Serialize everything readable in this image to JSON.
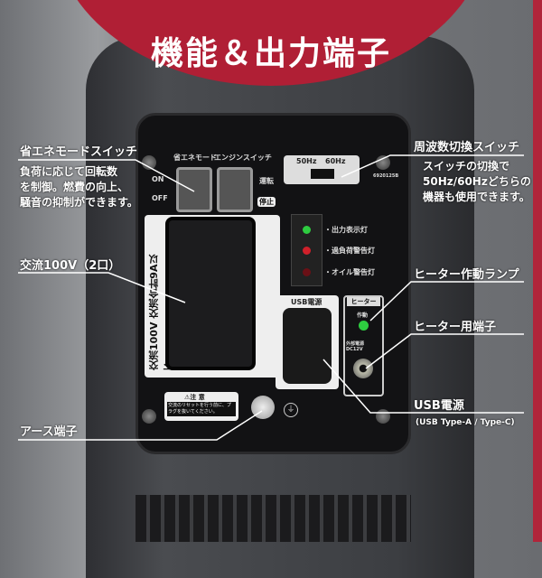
{
  "title": "機能＆出力端子",
  "panel": {
    "eco_switch_label": "省エネモード",
    "engine_switch_label": "エンジンスイッチ",
    "on": "ON",
    "off": "OFF",
    "run": "運転",
    "stop": "停止",
    "hz50": "50Hz",
    "hz60": "60Hz",
    "serial": "6920125B",
    "output_lamp": "・出力表示灯",
    "overload_lamp": "・過負荷警告灯",
    "oil_lamp": "・オイル警告灯",
    "ac_label": "交流100V 交流合計9A以下",
    "usb_label": "USB電源",
    "heater_label": "ヒーター",
    "heater_active": "作動",
    "heater_power": "外部電源 DC12V",
    "caution_title": "⚠注 意",
    "caution_text": "交流のリセットを行う前に、プラグを抜いてください。"
  },
  "annotations": {
    "eco": {
      "title": "省エネモードスイッチ",
      "desc": [
        "負荷に応じて回転数",
        "を制御。燃費の向上、",
        "騒音の抑制ができます。"
      ]
    },
    "ac": {
      "title": "交流100V（2口）"
    },
    "earth": {
      "title": "アース端子"
    },
    "freq": {
      "title": "周波数切換スイッチ",
      "desc": [
        "スイッチの切換で",
        "50Hz/60Hzどちらの",
        "機器も使用できます。"
      ]
    },
    "heater_lamp": {
      "title": "ヒーター作動ランプ"
    },
    "heater_port": {
      "title": "ヒーター用端子"
    },
    "usb": {
      "title": "USB電源",
      "sub": "(USB Type-A / Type-C)"
    }
  },
  "colors": {
    "banner": "#b01f35",
    "led_green": "#2ecc40",
    "led_red": "#d0202a"
  }
}
